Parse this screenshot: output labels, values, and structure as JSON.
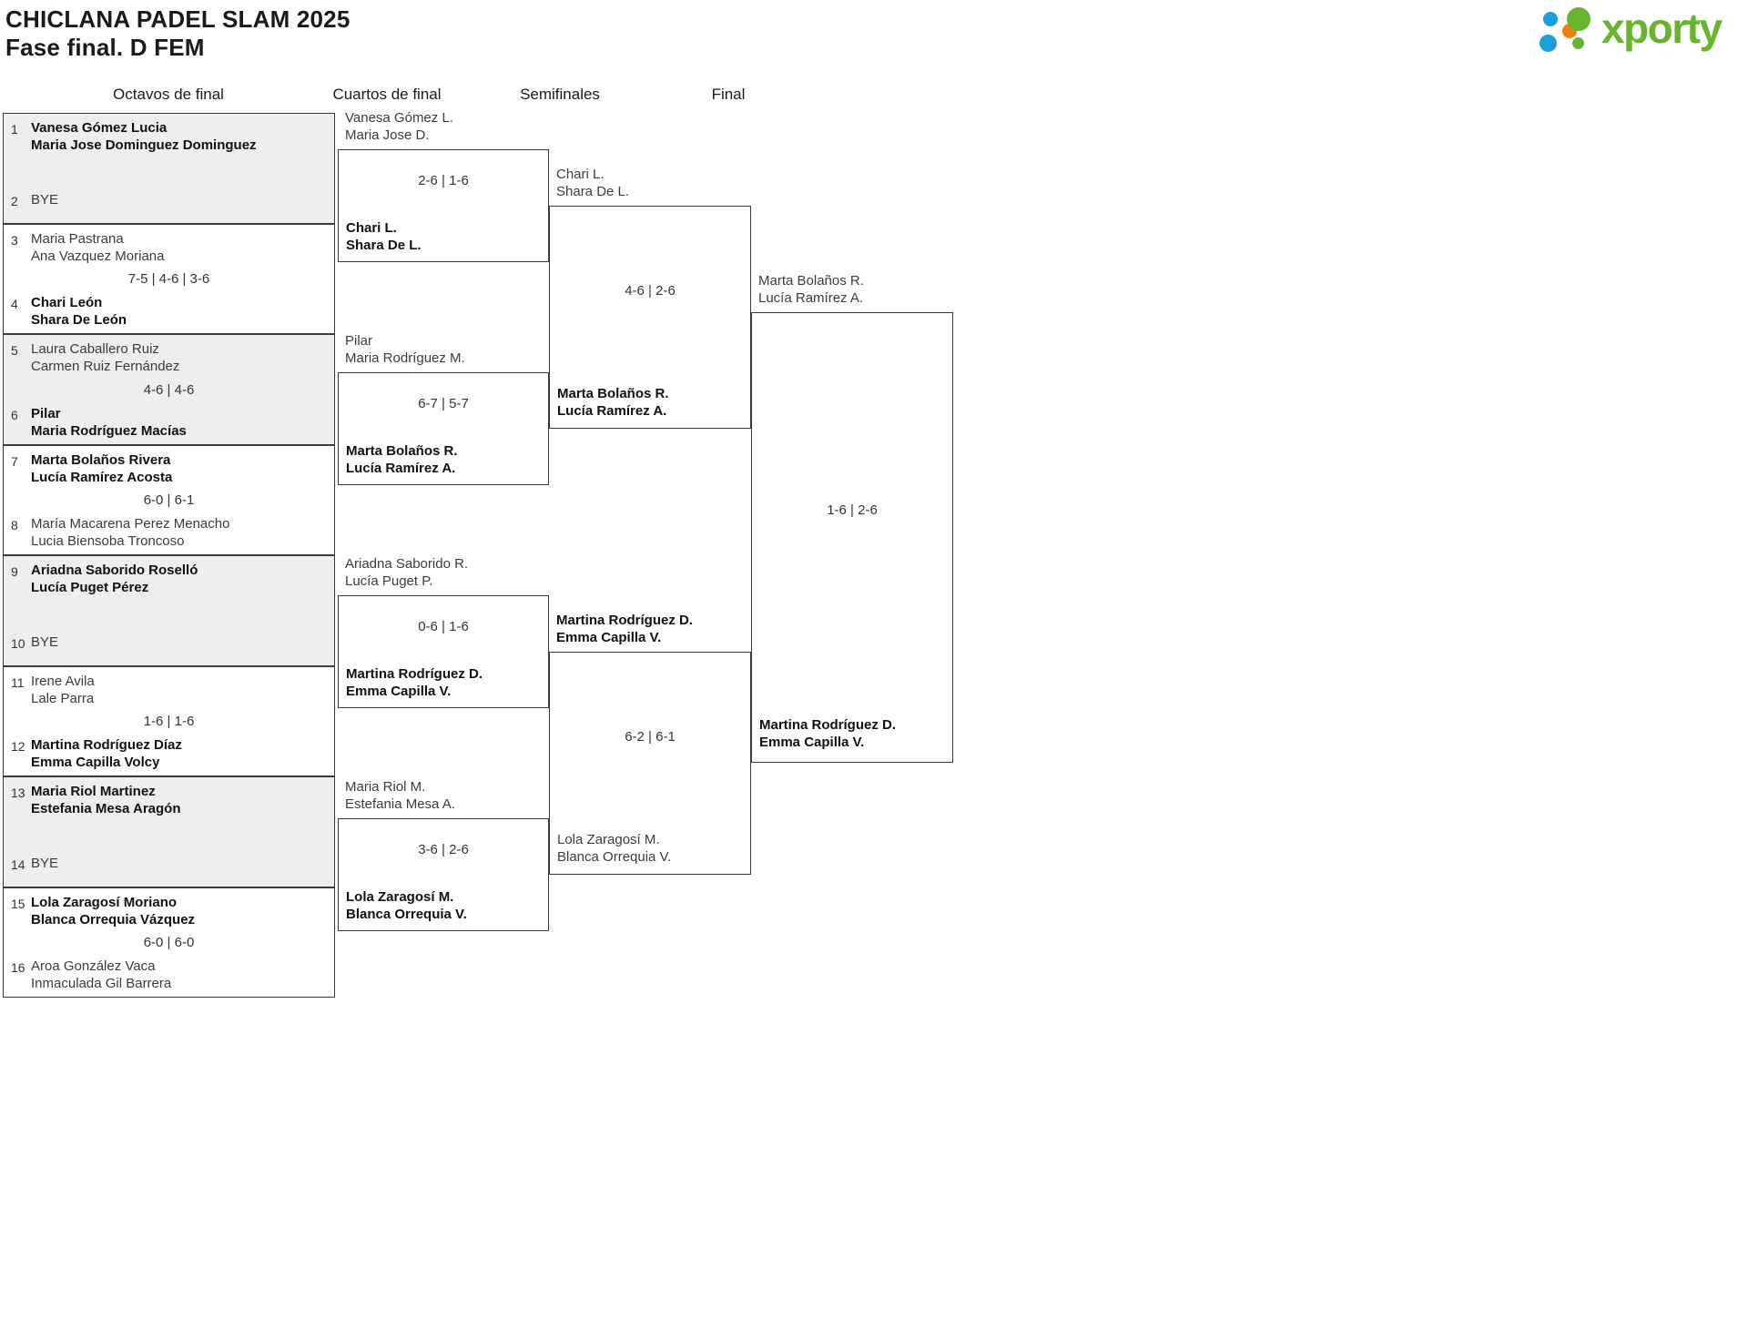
{
  "header": {
    "tournament_title": "CHICLANA PADEL SLAM 2025",
    "phase_title": "Fase final. D FEM",
    "logo_text": "xporty",
    "logo_colors": {
      "green": "#67b42e",
      "blue": "#1a9fd9",
      "orange": "#e8820c"
    }
  },
  "colors": {
    "shaded_row": "#eeeeee",
    "border": "#3a3a3a",
    "text": "#1a1a1a"
  },
  "rounds": [
    {
      "label": "Octavos de final"
    },
    {
      "label": "Cuartos de final"
    },
    {
      "label": "Semifinales"
    },
    {
      "label": "Final"
    }
  ],
  "round1": {
    "matches": [
      {
        "score": "",
        "top": {
          "seed": "1",
          "line1": "Vanesa Gómez Lucia",
          "line2": "Maria Jose Dominguez Dominguez",
          "winner": true
        },
        "bottom": {
          "seed": "2",
          "line1": "BYE",
          "line2": "",
          "winner": false,
          "bye": true
        }
      },
      {
        "score": "7-5 | 4-6 | 3-6",
        "top": {
          "seed": "3",
          "line1": "Maria Pastrana",
          "line2": "Ana Vazquez Moriana",
          "winner": false
        },
        "bottom": {
          "seed": "4",
          "line1": "Chari León",
          "line2": "Shara De León",
          "winner": true
        }
      },
      {
        "score": "4-6 | 4-6",
        "top": {
          "seed": "5",
          "line1": "Laura Caballero Ruiz",
          "line2": "Carmen Ruiz Fernández",
          "winner": false
        },
        "bottom": {
          "seed": "6",
          "line1": "Pilar",
          "line2": "Maria Rodríguez Macías",
          "winner": true
        }
      },
      {
        "score": "6-0 | 6-1",
        "top": {
          "seed": "7",
          "line1": "Marta Bolaños Rivera",
          "line2": "Lucía Ramírez Acosta",
          "winner": true
        },
        "bottom": {
          "seed": "8",
          "line1": "María Macarena Perez Menacho",
          "line2": "Lucia Biensoba Troncoso",
          "winner": false
        }
      },
      {
        "score": "",
        "top": {
          "seed": "9",
          "line1": "Ariadna Saborido Roselló",
          "line2": "Lucía Puget Pérez",
          "winner": true
        },
        "bottom": {
          "seed": "10",
          "line1": "BYE",
          "line2": "",
          "winner": false,
          "bye": true
        }
      },
      {
        "score": "1-6 | 1-6",
        "top": {
          "seed": "11",
          "line1": "Irene Avila",
          "line2": "Lale Parra",
          "winner": false
        },
        "bottom": {
          "seed": "12",
          "line1": "Martina Rodríguez Díaz",
          "line2": "Emma Capilla Volcy",
          "winner": true
        }
      },
      {
        "score": "",
        "top": {
          "seed": "13",
          "line1": "Maria Riol Martinez",
          "line2": "Estefania Mesa Aragón",
          "winner": true
        },
        "bottom": {
          "seed": "14",
          "line1": "BYE",
          "line2": "",
          "winner": false,
          "bye": true
        }
      },
      {
        "score": "6-0 | 6-0",
        "top": {
          "seed": "15",
          "line1": "Lola Zaragosí Moriano",
          "line2": "Blanca Orrequia Vázquez",
          "winner": true
        },
        "bottom": {
          "seed": "16",
          "line1": "Aroa González Vaca",
          "line2": "Inmaculada Gil Barrera",
          "winner": false
        }
      }
    ]
  },
  "round2": {
    "matches": [
      {
        "score": "2-6 | 1-6",
        "entrant": {
          "line1": "Vanesa Gómez L.",
          "line2": "Maria Jose D.",
          "winner": false
        },
        "winner": {
          "line1": "Chari L.",
          "line2": "Shara De L.",
          "winner": true
        }
      },
      {
        "score": "6-7 | 5-7",
        "entrant": {
          "line1": "Pilar",
          "line2": "Maria Rodríguez M.",
          "winner": false
        },
        "winner": {
          "line1": "Marta Bolaños R.",
          "line2": "Lucía Ramírez A.",
          "winner": true
        }
      },
      {
        "score": "0-6 | 1-6",
        "entrant": {
          "line1": "Ariadna Saborido R.",
          "line2": "Lucía Puget P.",
          "winner": false
        },
        "winner": {
          "line1": "Martina Rodríguez D.",
          "line2": "Emma Capilla V.",
          "winner": true
        }
      },
      {
        "score": "3-6 | 2-6",
        "entrant": {
          "line1": "Maria Riol M.",
          "line2": "Estefania Mesa A.",
          "winner": false
        },
        "winner": {
          "line1": "Lola Zaragosí M.",
          "line2": "Blanca Orrequia V.",
          "winner": true
        }
      }
    ]
  },
  "round3": {
    "matches": [
      {
        "score": "4-6 | 2-6",
        "entrant": {
          "line1": "Chari L.",
          "line2": "Shara De L.",
          "winner": false
        },
        "winner": {
          "line1": "Marta Bolaños R.",
          "line2": "Lucía Ramírez A.",
          "winner": true
        }
      },
      {
        "score": "6-2 | 6-1",
        "entrant": {
          "line1": "Martina Rodríguez D.",
          "line2": "Emma Capilla V.",
          "winner": true
        },
        "winner": {
          "line1": "Lola Zaragosí M.",
          "line2": "Blanca Orrequia V.",
          "winner": false
        }
      }
    ]
  },
  "round4": {
    "matches": [
      {
        "score": "1-6 | 2-6",
        "entrant": {
          "line1": "Marta Bolaños R.",
          "line2": "Lucía Ramírez A.",
          "winner": false
        },
        "winner": {
          "line1": "Martina Rodríguez D.",
          "line2": "Emma Capilla V.",
          "winner": true
        }
      }
    ]
  }
}
